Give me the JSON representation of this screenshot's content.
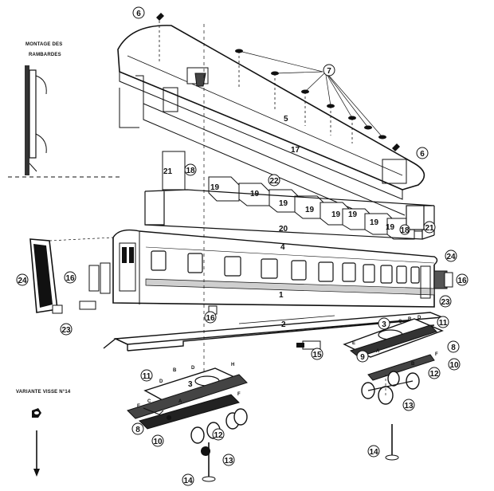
{
  "captions": {
    "railing_title_line1": "MONTAGE DES",
    "railing_title_line2": "RAMBARDES",
    "screw_variant": "VARIANTE VISSE N°14"
  },
  "part_numbers": {
    "p1": "1",
    "p2": "2",
    "p3": "3",
    "p4": "4",
    "p5": "5",
    "p6": "6",
    "p7": "7",
    "p8": "8",
    "p9": "9",
    "p10": "10",
    "p11": "11",
    "p12": "12",
    "p13": "13",
    "p14": "14",
    "p15": "15",
    "p16": "16",
    "p17": "17",
    "p18": "18",
    "p19": "19",
    "p20": "20",
    "p21": "21",
    "p22": "22",
    "p23": "23",
    "p24": "24"
  },
  "assembly_letters": {
    "a": "A",
    "b": "B",
    "c": "C",
    "d": "D",
    "e": "E",
    "f": "F",
    "h": "H"
  },
  "colors": {
    "ink": "#111111",
    "paper": "#ffffff",
    "tone": "#cfcfcf"
  }
}
